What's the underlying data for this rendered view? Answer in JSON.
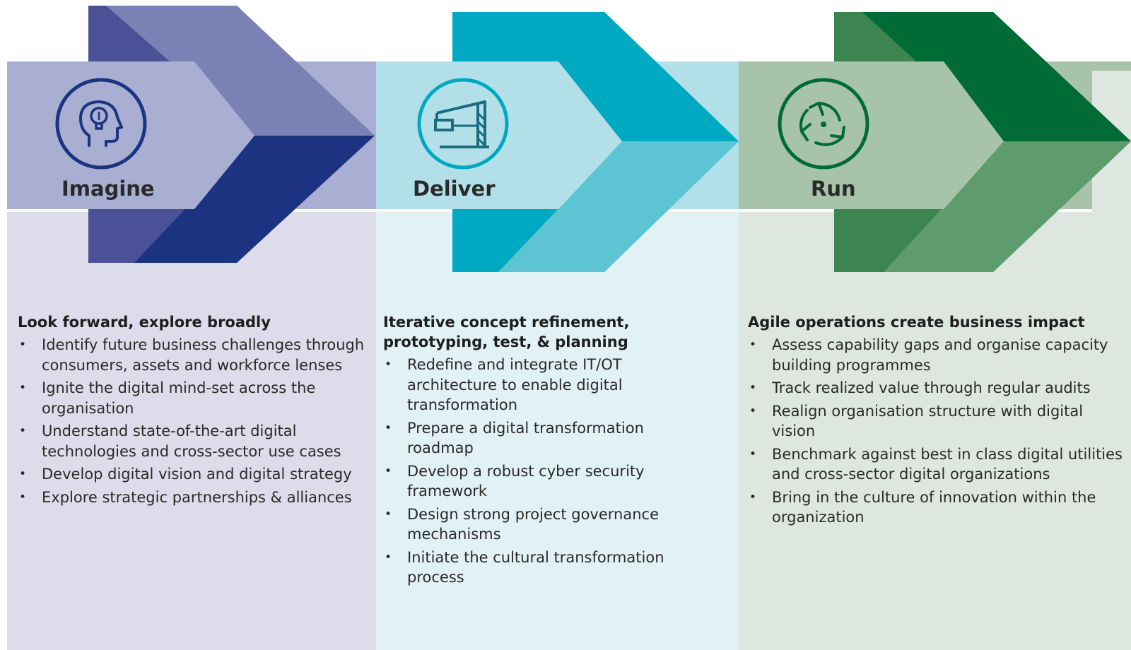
{
  "colors": {
    "imagine_dark": "#1b3380",
    "imagine_mid": "#7a82b5",
    "imagine_light": "#a9afd2",
    "imagine_panel": "#dcdcea",
    "deliver_dark": "#00a9c2",
    "deliver_mid": "#5cc4d3",
    "deliver_light": "#b3e0e8",
    "deliver_panel": "#e1f1f5",
    "run_dark": "#006b35",
    "run_mid": "#5e9c6e",
    "run_light": "#a7c3a9",
    "run_panel": "#dee7df"
  },
  "stages": [
    {
      "title": "Imagine",
      "icon": "lightbulb-head-icon",
      "heading": "Look forward, explore broadly",
      "items": [
        "Identify future business challenges through consumers, assets and workforce lenses",
        "Ignite the digital mind-set across the organisation",
        "Understand state-of-the-art digital technologies and cross-sector use cases",
        "Develop digital vision and digital strategy",
        "Explore strategic partnerships & alliances"
      ]
    },
    {
      "title": "Deliver",
      "icon": "crane-icon",
      "heading": "Iterative concept refinement, prototyping, test, & planning",
      "items": [
        "Redefine and integrate IT/OT architecture to enable digital transformation",
        "Prepare a digital transformation roadmap",
        "Develop a robust cyber security framework",
        "Design strong project governance mechanisms",
        "Initiate the cultural transformation process"
      ]
    },
    {
      "title": "Run",
      "icon": "cycle-arrows-icon",
      "heading": "Agile operations create business impact",
      "items": [
        "Assess capability gaps and organise capacity building programmes",
        "Track realized value through regular audits",
        "Realign organisation structure with digital vision",
        "Benchmark against best in class digital utilities and cross-sector digital organizations",
        "Bring in the culture of innovation within the organization"
      ]
    }
  ]
}
